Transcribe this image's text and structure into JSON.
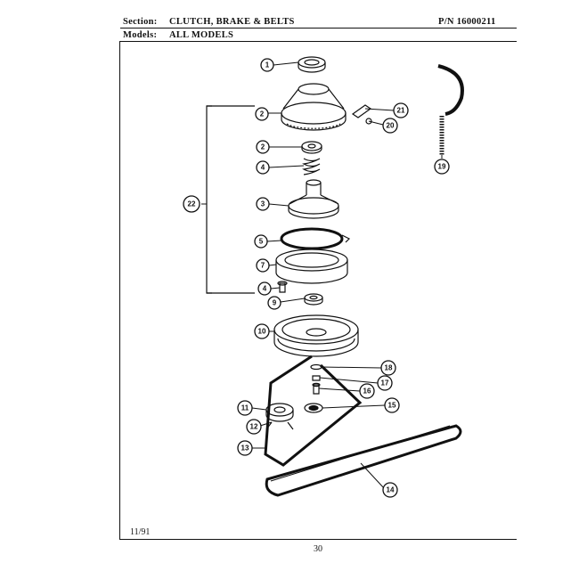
{
  "header": {
    "section_label": "Section:",
    "section_value": "CLUTCH, BRAKE & BELTS",
    "part_number": "P/N 16000211",
    "models_label": "Models:",
    "models_value": "ALL MODELS"
  },
  "footer": {
    "code": "11/91",
    "page": "30"
  },
  "callouts": {
    "c1": "1",
    "c2a": "2",
    "c2b": "2",
    "c4a": "4",
    "c3": "3",
    "c5": "5",
    "c7": "7",
    "c4b": "4",
    "c9": "9",
    "c10": "10",
    "c11": "11",
    "c12": "12",
    "c13": "13",
    "c14": "14",
    "c15": "15",
    "c16": "16",
    "c17": "17",
    "c18": "18",
    "c19": "19",
    "c20": "20",
    "c21": "21",
    "c22": "22"
  }
}
